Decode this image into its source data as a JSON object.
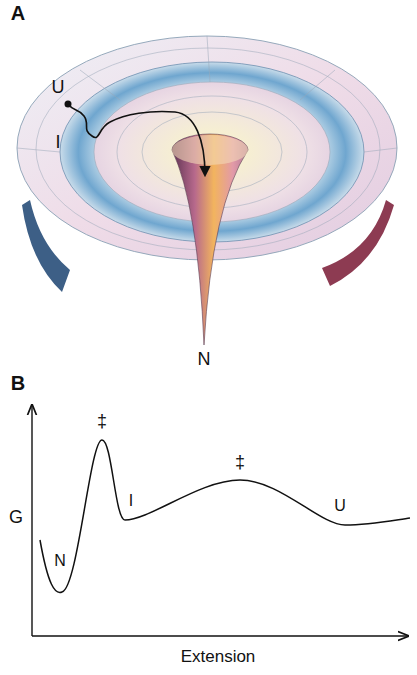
{
  "diagram": {
    "labels": [
      "A",
      "U",
      "I",
      "N",
      "B",
      "‡",
      "‡",
      "G",
      "N",
      "I",
      "U",
      "Extension"
    ]
  }
}
